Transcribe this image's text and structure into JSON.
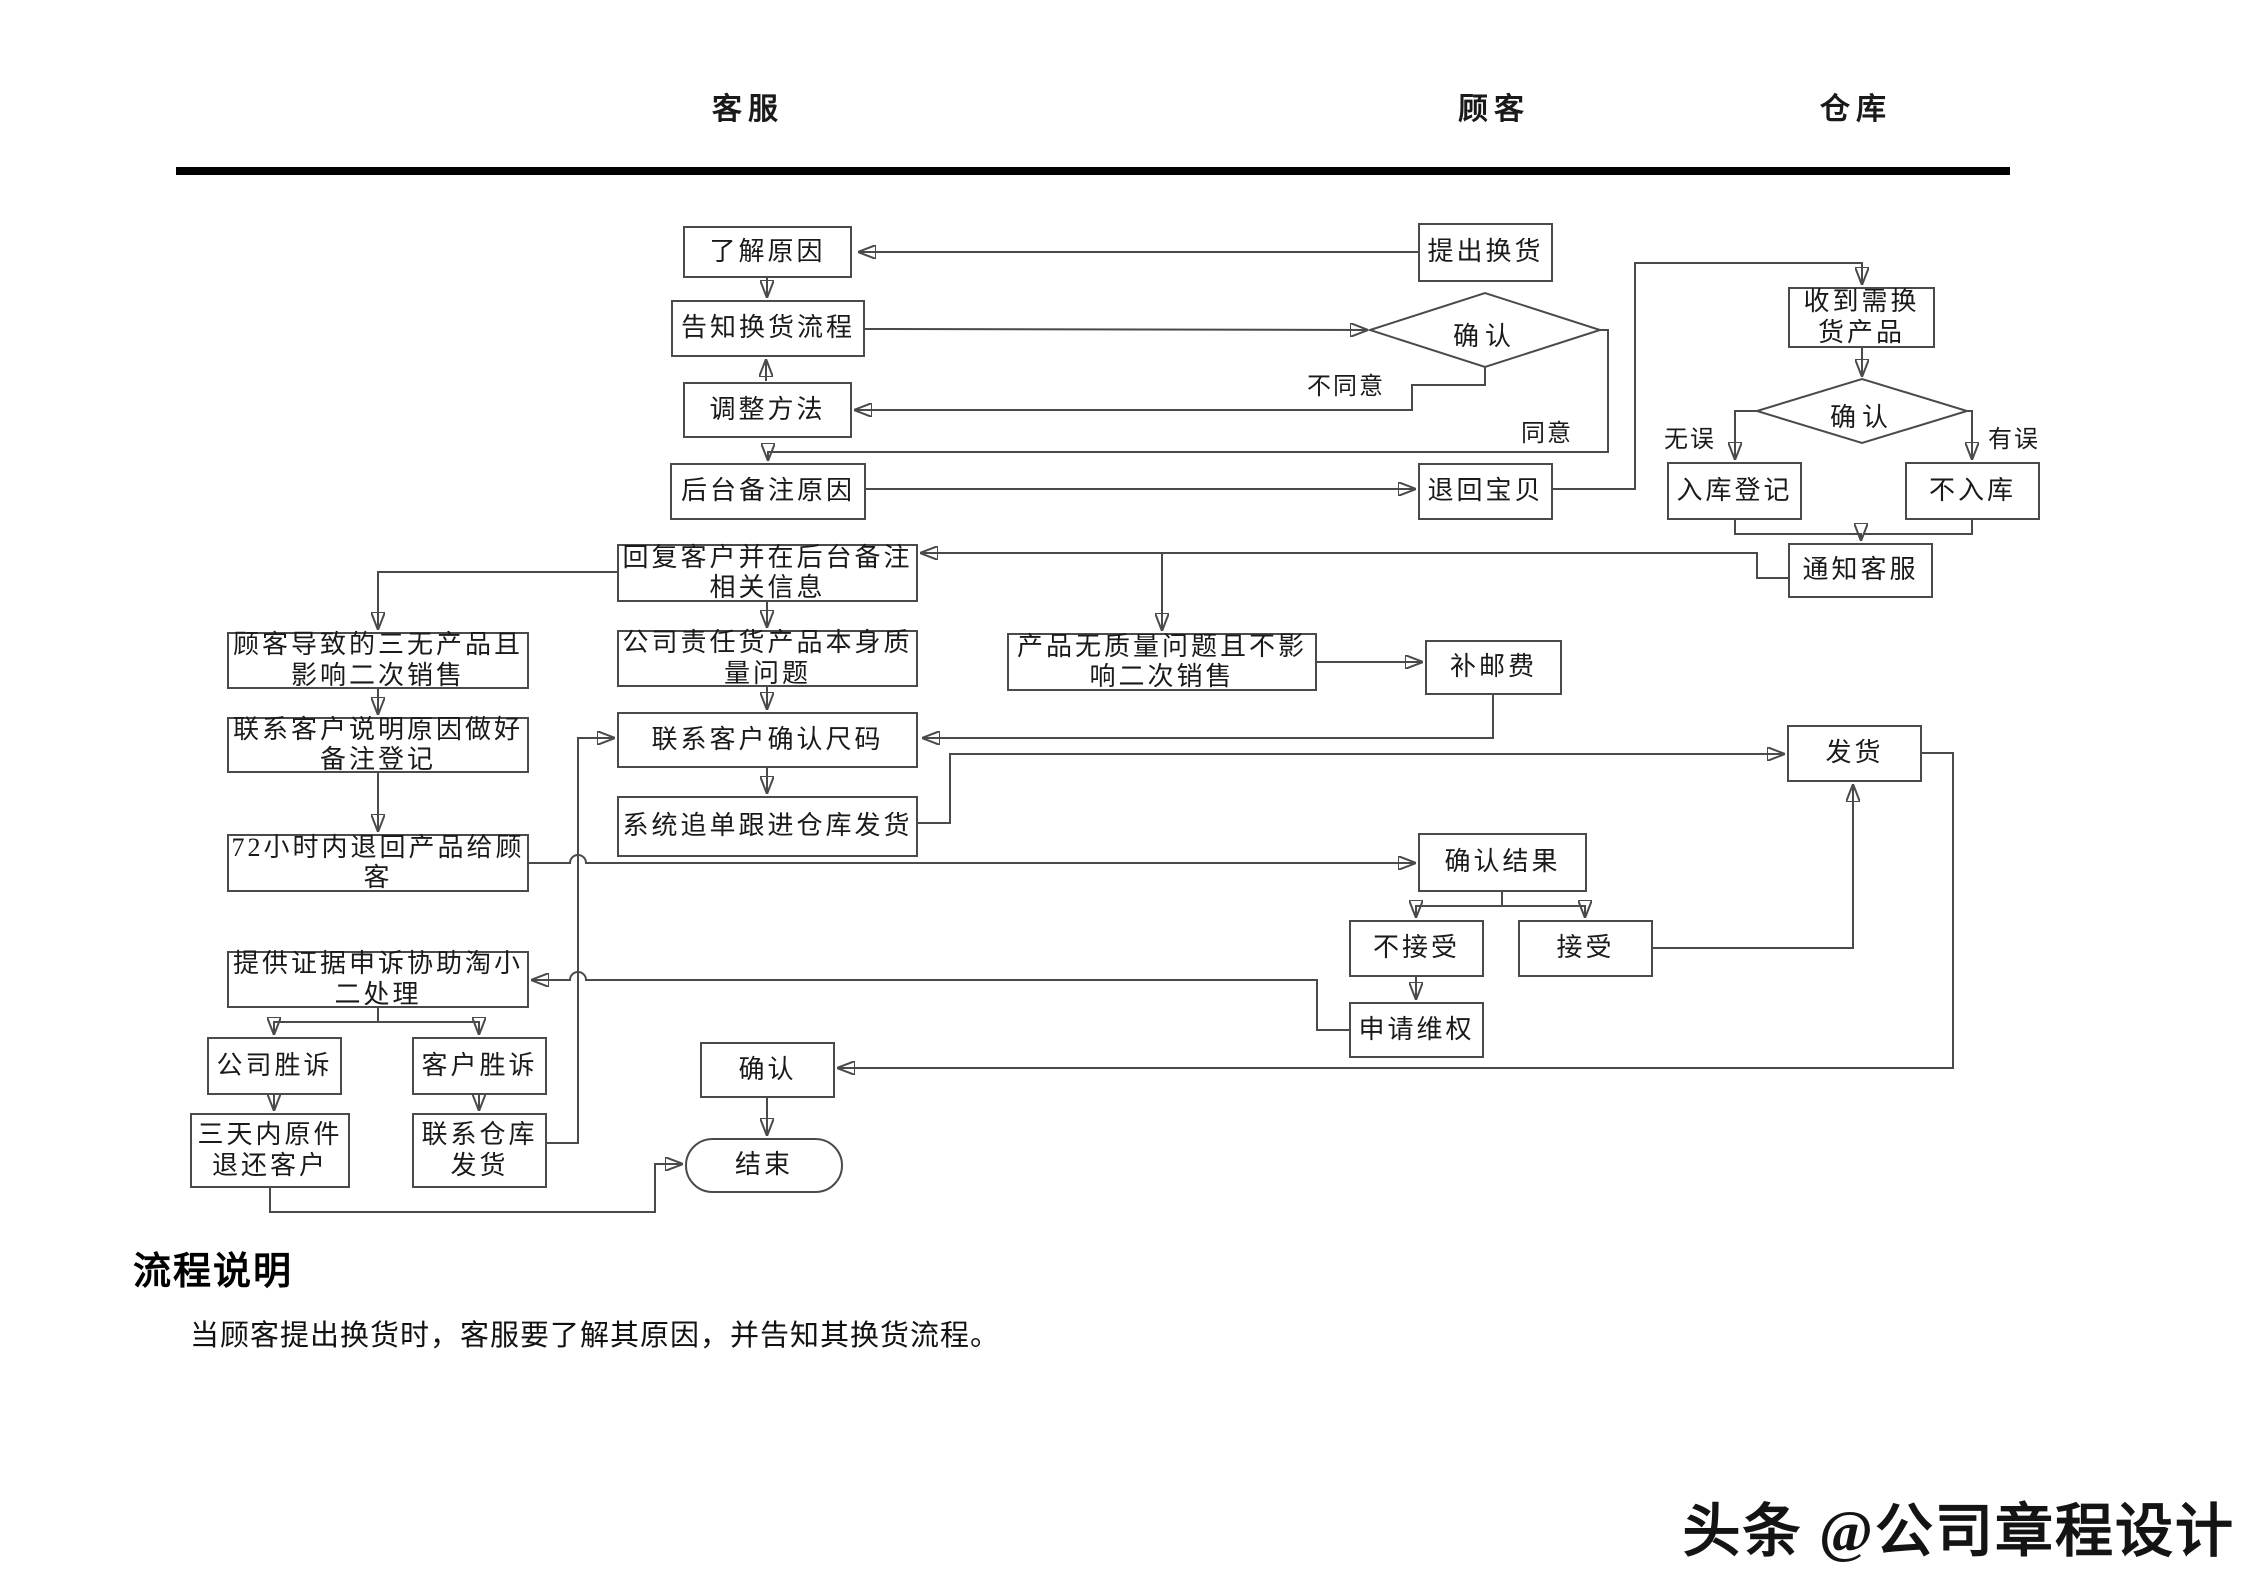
{
  "lanes": {
    "customer_service": "客服",
    "customer": "顾客",
    "warehouse": "仓库"
  },
  "flowchart": {
    "nodes": {
      "understand_reason": {
        "label": "了解原因",
        "shape": "rect"
      },
      "inform_process": {
        "label": "告知换货流程",
        "shape": "rect"
      },
      "adjust_method": {
        "label": "调整方法",
        "shape": "rect"
      },
      "note_reason": {
        "label": "后台备注原因",
        "shape": "rect"
      },
      "reply_customer": {
        "label": "回复客户并在后台备注相关信息",
        "shape": "rect"
      },
      "company_quality": {
        "label": "公司责任货产品本身质量问题",
        "shape": "rect"
      },
      "confirm_size": {
        "label": "联系客户确认尺码",
        "shape": "rect"
      },
      "track_order": {
        "label": "系统追单跟进仓库发货",
        "shape": "rect"
      },
      "customer_caused": {
        "label": "顾客导致的三无产品且影响二次销售",
        "shape": "rect"
      },
      "contact_explain": {
        "label": "联系客户说明原因做好备注登记",
        "shape": "rect"
      },
      "return_72h": {
        "label": "72小时内退回产品给顾客",
        "shape": "rect"
      },
      "provide_evidence": {
        "label": "提供证据申诉协助淘小二处理",
        "shape": "rect"
      },
      "company_wins": {
        "label": "公司胜诉",
        "shape": "rect"
      },
      "customer_wins": {
        "label": "客户胜诉",
        "shape": "rect"
      },
      "return_3days": {
        "label": "三天内原件退还客户",
        "shape": "rect"
      },
      "contact_wh_ship": {
        "label": "联系仓库发货",
        "shape": "rect"
      },
      "confirm_final": {
        "label": "确认",
        "shape": "rect"
      },
      "end": {
        "label": "结束",
        "shape": "stadium"
      },
      "request_exchange": {
        "label": "提出换货",
        "shape": "rect"
      },
      "confirm_customer": {
        "label": "确认",
        "shape": "diamond"
      },
      "return_item": {
        "label": "退回宝贝",
        "shape": "rect"
      },
      "no_quality_issue": {
        "label": "产品无质量问题且不影响二次销售",
        "shape": "rect"
      },
      "pay_postage": {
        "label": "补邮费",
        "shape": "rect"
      },
      "confirm_result": {
        "label": "确认结果",
        "shape": "rect"
      },
      "not_accept": {
        "label": "不接受",
        "shape": "rect"
      },
      "accept": {
        "label": "接受",
        "shape": "rect"
      },
      "apply_rights": {
        "label": "申请维权",
        "shape": "rect"
      },
      "receive_product": {
        "label": "收到需换货产品",
        "shape": "rect"
      },
      "confirm_warehouse": {
        "label": "确认",
        "shape": "diamond"
      },
      "register_storage": {
        "label": "入库登记",
        "shape": "rect"
      },
      "no_storage": {
        "label": "不入库",
        "shape": "rect"
      },
      "notify_cs": {
        "label": "通知客服",
        "shape": "rect"
      },
      "ship": {
        "label": "发货",
        "shape": "rect"
      }
    },
    "edge_labels": {
      "disagree": "不同意",
      "agree": "同意",
      "no_error": "无误",
      "has_error": "有误"
    }
  },
  "notes": {
    "heading": "流程说明",
    "body": "当顾客提出换货时，客服要了解其原因，并告知其换货流程。"
  },
  "watermark": {
    "text": "头条 @公司章程设计"
  },
  "colors": {
    "line": "#4a4a4a",
    "box_border": "#4a4a4a",
    "text": "#1a1a1a",
    "header_rule": "#000000",
    "background": "#ffffff"
  }
}
